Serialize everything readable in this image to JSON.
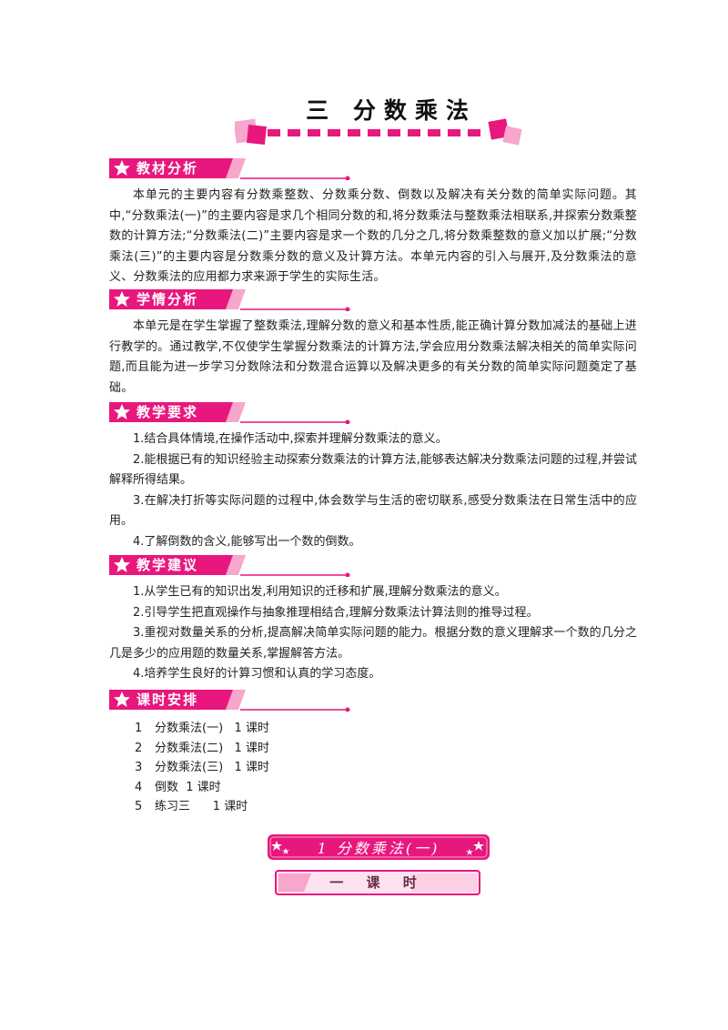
{
  "unit_title": "三  分数乘法",
  "sections": [
    {
      "heading": "教材分析",
      "paragraphs": [
        "本单元的主要内容有分数乘整数、分数乘分数、倒数以及解决有关分数的简单实际问题。其中,“分数乘法(一)”的主要内容是求几个相同分数的和,将分数乘法与整数乘法相联系,并探索分数乘整数的计算方法;“分数乘法(二)”主要内容是求一个数的几分之几,将分数乘整数的意义加以扩展;“分数乘法(三)”的主要内容是分数乘分数的意义及计算方法。本单元内容的引入与展开,及分数乘法的意义、分数乘法的应用都力求来源于学生的实际生活。"
      ]
    },
    {
      "heading": "学情分析",
      "paragraphs": [
        "本单元是在学生掌握了整数乘法,理解分数的意义和基本性质,能正确计算分数加减法的基础上进行教学的。通过教学,不仅使学生掌握分数乘法的计算方法,学会应用分数乘法解决相关的简单实际问题,而且能为进一步学习分数除法和分数混合运算以及解决更多的有关分数的简单实际问题奠定了基础。"
      ]
    },
    {
      "heading": "教学要求",
      "items": [
        "1.结合具体情境,在操作活动中,探索并理解分数乘法的意义。",
        "2.能根据已有的知识经验主动探索分数乘法的计算方法,能够表达解决分数乘法问题的过程,并尝试解释所得结果。",
        "3.在解决打折等实际问题的过程中,体会数学与生活的密切联系,感受分数乘法在日常生活中的应用。",
        "4.了解倒数的含义,能够写出一个数的倒数。"
      ]
    },
    {
      "heading": "教学建议",
      "items": [
        "1.从学生已有的知识出发,利用知识的迁移和扩展,理解分数乘法的意义。",
        "2.引导学生把直观操作与抽象推理相结合,理解分数乘法计算法则的推导过程。",
        "3.重视对数量关系的分析,提高解决简单实际问题的能力。根据分数的意义理解求一个数的几分之几是多少的应用题的数量关系,掌握解答方法。",
        "4.培养学生良好的计算习惯和认真的学习态度。"
      ]
    },
    {
      "heading": "课时安排",
      "schedule": [
        {
          "num": "1",
          "text": "分数乘法(一)   1 课时"
        },
        {
          "num": "2",
          "text": "分数乘法(二)   1 课时"
        },
        {
          "num": "3",
          "text": "分数乘法(三)   1 课时"
        },
        {
          "num": "4",
          "text": "倒数  1 课时"
        },
        {
          "num": "5",
          "text": "练习三      1 课时"
        }
      ]
    }
  ],
  "lesson_banner": "1  分数乘法(一)",
  "period_banner": "一  课  时",
  "colors": {
    "accent": "#e8177d",
    "accent_light": "#f7a6cc",
    "accent_pale": "#fde3ef"
  }
}
